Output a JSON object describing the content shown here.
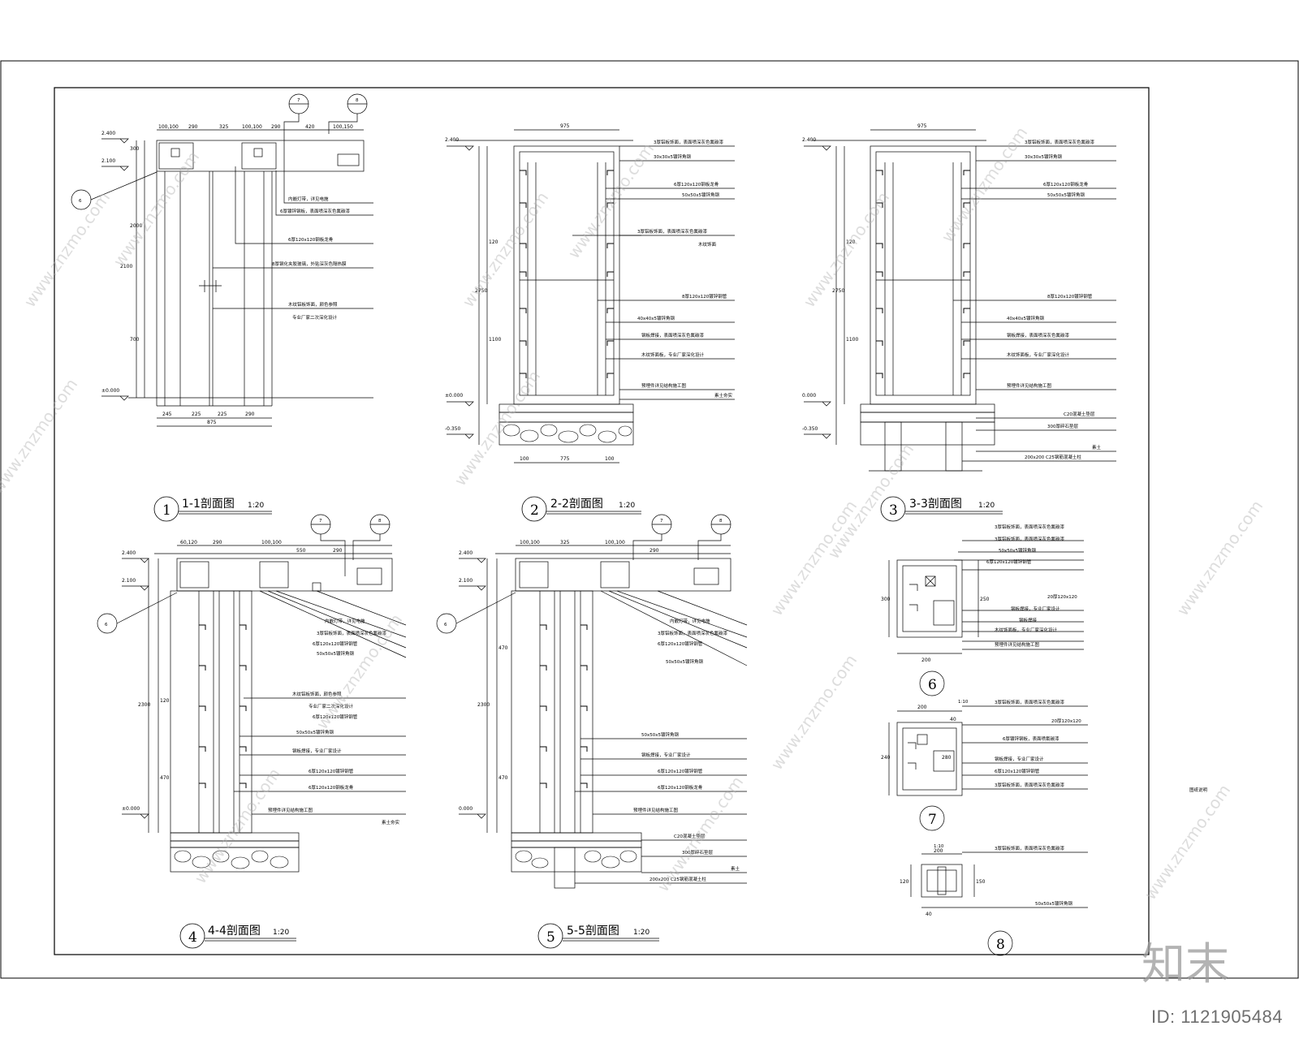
{
  "sections": [
    {
      "num": "1",
      "title": "1-1剖面图",
      "scale": "1:20"
    },
    {
      "num": "2",
      "title": "2-2剖面图",
      "scale": "1:20"
    },
    {
      "num": "3",
      "title": "3-3剖面图",
      "scale": "1:20"
    },
    {
      "num": "4",
      "title": "4-4剖面图",
      "scale": "1:20"
    },
    {
      "num": "5",
      "title": "5-5剖面图",
      "scale": "1:20"
    }
  ],
  "details": [
    {
      "num": "6"
    },
    {
      "num": "7"
    },
    {
      "num": "8"
    }
  ],
  "levels": {
    "top": "2.400",
    "upper": "2.100",
    "zero": "±0.000",
    "zero_b": "0.000",
    "neg": "-0.350"
  },
  "dimensions": {
    "s1_top": [
      "100,100",
      "290",
      "325",
      "100,100",
      "290",
      "420",
      "100,150"
    ],
    "s1_bottom": [
      "245",
      "225",
      "225",
      "290"
    ],
    "s1_total": "875",
    "s1_left": [
      "2000",
      "2100",
      "700",
      "300"
    ],
    "s2_top": "975",
    "s2_left": [
      "2750",
      "120",
      "1100"
    ],
    "s2_bottom": [
      "100",
      "775",
      "100"
    ],
    "s3_top": "975",
    "s3_left": [
      "2750",
      "120",
      "1100"
    ],
    "s4_top": [
      "60,120",
      "290",
      "100,100",
      "550",
      "290"
    ],
    "s4_left": [
      "2300",
      "120",
      "470"
    ],
    "s5_top": [
      "100,100",
      "325",
      "100,100",
      "290"
    ],
    "s5_left": [
      "2300",
      "470",
      "470"
    ],
    "d6": [
      "300",
      "250",
      "200"
    ],
    "d7": [
      "200",
      "240",
      "40",
      "280"
    ],
    "d8": [
      "200",
      "40",
      "120",
      "150"
    ]
  },
  "annotations": {
    "s1": [
      "内嵌灯带，详见电施",
      "6厚镀锌钢板，表面喷深灰色氟碳漆",
      "6厚120x120钢板龙骨",
      "8厚钢化夹胶玻璃，外贴深灰色隔热膜",
      "木纹铝板饰面，颜色参照",
      "专业厂家二次深化设计"
    ],
    "s2": [
      "3厚铝板饰面，表面喷深灰色氟碳漆",
      "30x30x5镀锌角钢",
      "6厚120x120钢板龙骨",
      "50x50x5镀锌角钢",
      "3厚铝板饰面，表面喷深灰色氟碳漆",
      "木纹饰面",
      "8厚120x120镀锌钢管",
      "40x40x5镀锌角钢",
      "钢板焊接，表面喷深灰色氟碳漆",
      "木纹饰面板，专业厂家深化设计",
      "预埋件详见结构施工图",
      "素土夯实"
    ],
    "s3": [
      "3厚铝板饰面，表面喷深灰色氟碳漆",
      "30x30x5镀锌角钢",
      "6厚120x120钢板龙骨",
      "50x50x5镀锌角钢",
      "8厚120x120镀锌钢管",
      "40x40x5镀锌角钢",
      "钢板焊接，表面喷深灰色氟碳漆",
      "木纹饰面板，专业厂家深化设计",
      "预埋件详见结构施工图",
      "C20混凝土垫层",
      "300厚碎石垫层",
      "素土",
      "200x200 C25钢筋混凝土柱"
    ],
    "s4": [
      "内嵌灯带，详见电施",
      "3厚铝板饰面，表面喷深灰色氟碳漆",
      "6厚120x120镀锌钢管",
      "50x50x5镀锌角钢",
      "木纹铝板饰面，颜色参照",
      "专业厂家二次深化设计",
      "6厚120x120镀锌钢管",
      "50x50x5镀锌角钢",
      "钢板焊接，专业厂家设计",
      "6厚120x120镀锌钢管",
      "6厚120x120钢板龙骨",
      "预埋件详见结构施工图",
      "素土夯实"
    ],
    "s5": [
      "内嵌灯带，详见电施",
      "3厚铝板饰面，表面喷深灰色氟碳漆",
      "6厚120x120镀锌钢管",
      "50x50x5镀锌角钢",
      "50x50x5镀锌角钢",
      "钢板焊接，专业厂家设计",
      "6厚120x120镀锌钢管",
      "6厚120x120钢板龙骨",
      "预埋件详见结构施工图",
      "C20混凝土垫层",
      "300厚碎石垫层",
      "素土",
      "200x200 C25钢筋混凝土柱"
    ],
    "d6": [
      "3厚铝板饰面，表面喷深灰色氟碳漆",
      "3厚铝板饰面，表面喷深灰色氟碳漆",
      "50x50x5镀锌角钢",
      "6厚120x120镀锌钢管",
      "20厚120x120",
      "钢板焊接，专业厂家设计",
      "钢板焊接",
      "木纹饰面板，专业厂家深化设计",
      "预埋件详见结构施工图"
    ],
    "d7": [
      "3厚铝板饰面，表面喷深灰色氟碳漆",
      "20厚120x120",
      "6厚镀锌钢板，表面喷氟碳漆",
      "钢板焊接，专业厂家设计",
      "6厚120x120镀锌钢管",
      "3厚铝板饰面，表面喷深灰色氟碳漆"
    ],
    "d8": [
      "3厚铝板饰面，表面喷深灰色氟碳漆",
      "50x50x5镀锌角钢"
    ]
  },
  "section_markers": [
    "6",
    "7",
    "8",
    "6",
    "7",
    "8",
    "6",
    "7",
    "8"
  ],
  "notes": [
    "1:10",
    "1:10",
    "图纸说明"
  ],
  "watermark": "www.znzmo.com",
  "logo_text": "知末",
  "id_label": "ID: 1121905484"
}
